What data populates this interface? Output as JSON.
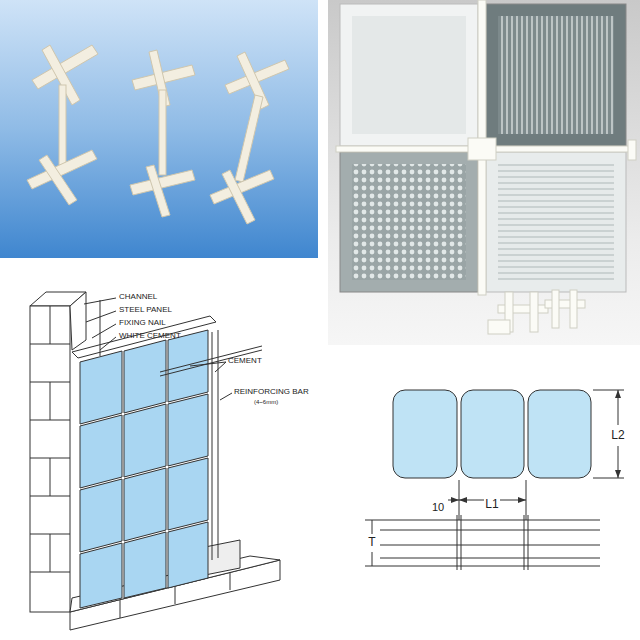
{
  "diagram": {
    "labels": [
      "CHANNEL",
      "STEEL PANEL",
      "FIXING NAIL",
      "WHITE CEMENT",
      "CEMENT",
      "REINFORCING BAR",
      "(4~6mm)",
      "L2",
      "10",
      "L1",
      "T"
    ]
  }
}
